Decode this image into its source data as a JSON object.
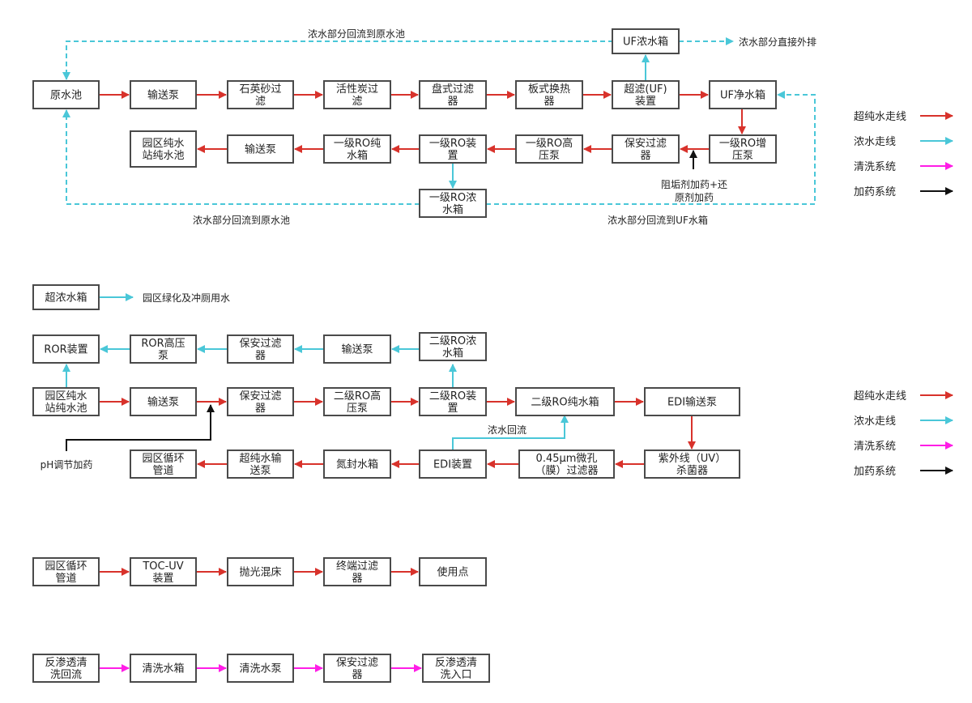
{
  "colors": {
    "ultrapure": "#d8322b",
    "concentrate": "#4ac7d8",
    "cleaning": "#ff1de6",
    "dosing": "#111111"
  },
  "nodes": {
    "yuanshuichi": [
      "原水池"
    ],
    "shusongbeng1": [
      "输送泵"
    ],
    "shiyingsha": [
      "石英砂过",
      "滤"
    ],
    "huoxingtan": [
      "活性炭过",
      "滤"
    ],
    "panshi": [
      "盘式过滤",
      "器"
    ],
    "banshi": [
      "板式换热",
      "器"
    ],
    "uf": [
      "超滤(UF)",
      "装置"
    ],
    "ufnong": [
      "UF浓水箱"
    ],
    "ufjing": [
      "UF净水箱"
    ],
    "ro1zeng": [
      "一级RO增",
      "压泵"
    ],
    "baoan1": [
      "保安过滤",
      "器"
    ],
    "ro1gao": [
      "一级RO高",
      "压泵"
    ],
    "ro1": [
      "一级RO装",
      "置"
    ],
    "ro1chun": [
      "一级RO纯",
      "水箱"
    ],
    "shusongbeng2": [
      "输送泵"
    ],
    "yuanqu1": [
      "园区纯水",
      "站纯水池"
    ],
    "ro1nong": [
      "一级RO浓",
      "水箱"
    ],
    "chaonong": [
      "超浓水箱"
    ],
    "ror": [
      "ROR装置"
    ],
    "rorgao": [
      "ROR高压",
      "泵"
    ],
    "baoan2": [
      "保安过滤",
      "器"
    ],
    "shusongbeng3": [
      "输送泵"
    ],
    "ro2nong": [
      "二级RO浓",
      "水箱"
    ],
    "yuanqu2": [
      "园区纯水",
      "站纯水池"
    ],
    "shusongbeng4": [
      "输送泵"
    ],
    "baoan3": [
      "保安过滤",
      "器"
    ],
    "ro2gao": [
      "二级RO高",
      "压泵"
    ],
    "ro2": [
      "二级RO装",
      "置"
    ],
    "ro2chun": [
      "二级RO纯水箱"
    ],
    "edishusong": [
      "EDI输送泵"
    ],
    "uv": [
      "紫外线（UV）",
      "杀菌器"
    ],
    "guolvqi045": [
      "0.45μm微孔",
      "（膜）过滤器"
    ],
    "edi": [
      "EDI装置"
    ],
    "danfeng": [
      "氮封水箱"
    ],
    "chaochunbeng": [
      "超纯水输",
      "送泵"
    ],
    "xunhuan1": [
      "园区循环",
      "管道"
    ],
    "xunhuan2": [
      "园区循环",
      "管道"
    ],
    "tocuv": [
      "TOC-UV",
      "装置"
    ],
    "paoguang": [
      "抛光混床"
    ],
    "zhongduan": [
      "终端过滤",
      "器"
    ],
    "shiyongdian": [
      "使用点"
    ],
    "fanshentou1": [
      "反渗透清",
      "洗回流"
    ],
    "qingxishuixiang": [
      "清洗水箱"
    ],
    "qingxishuibeng": [
      "清洗水泵"
    ],
    "baoan4": [
      "保安过滤",
      "器"
    ],
    "fanshentou2": [
      "反渗透清",
      "洗入口"
    ]
  },
  "labels": {
    "return_top": "浓水部分回流到原水池",
    "discharge": "浓水部分直接外排",
    "return_bottom_left": "浓水部分回流到原水池",
    "return_bottom_right": "浓水部分回流到UF水箱",
    "scale_inhibitor": [
      "阻垢剂加药+还",
      "原剂加药"
    ],
    "greening": "园区绿化及冲厕用水",
    "concentrate_return": "浓水回流",
    "ph_dosing": "pH调节加药"
  },
  "legend": [
    {
      "label": "超纯水走线",
      "type": "ultrapure"
    },
    {
      "label": "浓水走线",
      "type": "concentrate"
    },
    {
      "label": "清洗系统",
      "type": "cleaning"
    },
    {
      "label": "加药系统",
      "type": "dosing"
    }
  ]
}
